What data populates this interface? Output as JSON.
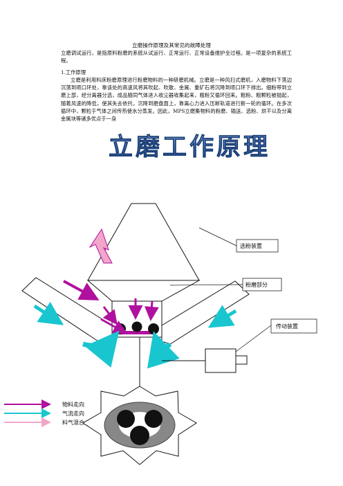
{
  "document": {
    "title": "立磨操作原理及其常见的故障处理",
    "intro": "立磨调试运行，是指原料粉磨的系统从试运行、正常运行、正常设备维护全过程。是一项复杂的系统工程。",
    "section_heading": "1.工作原理",
    "body": "立磨是利用料床粉磨原理进行粉磨物料的一种研磨机械。立磨是一种风扫式磨机，入磨物料下落边沉落到喷口环处，靠该处的高速风将其吹起、吹散、金属、重矿石将沉降到喷口环下排出。细粉带到立磨上部，经分离器分选，成品随同气体进入收尘器收集起来，粗粉又循环回来。粗粉、粗颗粒被抛起，随着风速的降低，使其失去依托，沉降到磨盘面上，靠离心力进入压断轨道进行新一轮的循环。在多次循环中，颗粒于气体之间传热使水分蒸发。因此，MPS立磨集物料的粉磨、输送、选粉、烘干以及分离金属块等诸多优点于一身"
  },
  "diagram": {
    "banner_title": "立磨工作原理",
    "labels": {
      "separator": "选粉装置",
      "grinding": "粉磨部分",
      "drive": "传动装置"
    },
    "legend": {
      "material": "物料走向",
      "airflow": "气流走向",
      "mixed": "料气混合"
    },
    "colors": {
      "material": "#b0109e",
      "airflow": "#19c6cf",
      "mixed": "#f2a6c8",
      "banner": "#4a78b8"
    }
  }
}
